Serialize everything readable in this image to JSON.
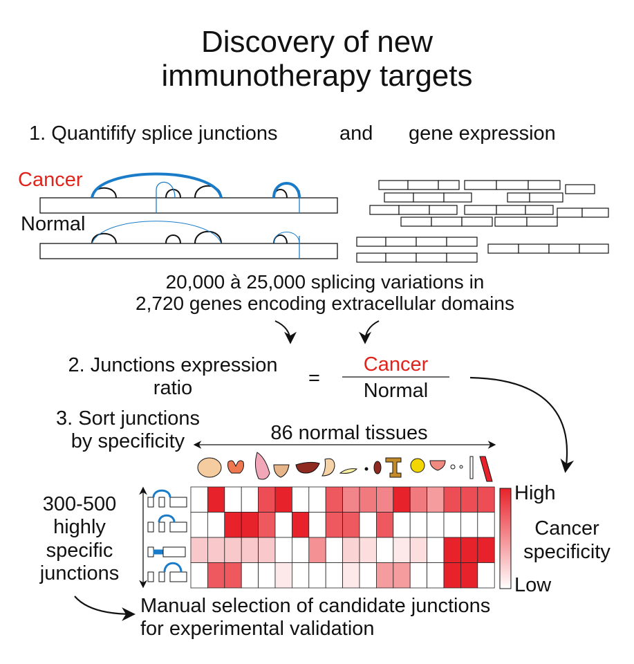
{
  "title": {
    "line1": "Discovery of new",
    "line2": "immunotherapy targets"
  },
  "step1": {
    "prefix": "1. Quantifify splice junctions",
    "and": "and",
    "suffix": "gene expression"
  },
  "samples": {
    "cancer": "Cancer",
    "normal": "Normal"
  },
  "summary": {
    "line1": "20,000 à 25,000 splicing variations in",
    "line2": "2,720 genes encoding extracellular domains"
  },
  "step2": {
    "line1": "2. Junctions expression",
    "line2": "ratio",
    "equals": "=",
    "numerator": "Cancer",
    "denominator": "Normal"
  },
  "step3": {
    "line1": "3. Sort junctions",
    "line2": "by specificity"
  },
  "tissues_label": "86 normal tissues",
  "left_label": [
    "300-500",
    "highly",
    "specific",
    "junctions"
  ],
  "legend": {
    "high": "High",
    "mid1": "Cancer",
    "mid2": "specificity",
    "low": "Low"
  },
  "footer": {
    "line1": "Manual selection of candidate junctions",
    "line2": "for experimental validation"
  },
  "colors": {
    "accent_red": "#e0241b",
    "junction_blue": "#1a7cc8",
    "heat_high": "#e8222a",
    "heat_low": "#ffffff"
  },
  "heatmap": {
    "rows": 4,
    "cols": 18,
    "values": [
      [
        0,
        1,
        0,
        0,
        0.8,
        1,
        0,
        0,
        0.75,
        0.55,
        0.6,
        0.55,
        1,
        0.6,
        0.45,
        0.8,
        0.8,
        0.8
      ],
      [
        0,
        0,
        1,
        1,
        0.75,
        0,
        1,
        0,
        0.75,
        0.75,
        0,
        0.75,
        0,
        0,
        0,
        0,
        0,
        0
      ],
      [
        0.25,
        0.25,
        0.25,
        0.25,
        0.25,
        0,
        0,
        0.5,
        0,
        0.2,
        0.15,
        0,
        0.1,
        0.15,
        0,
        1,
        1,
        1
      ],
      [
        0,
        0.75,
        0.75,
        0,
        0,
        0.1,
        0,
        0,
        0,
        0.1,
        0,
        0.45,
        0.45,
        0,
        0,
        1,
        1,
        0
      ]
    ]
  }
}
